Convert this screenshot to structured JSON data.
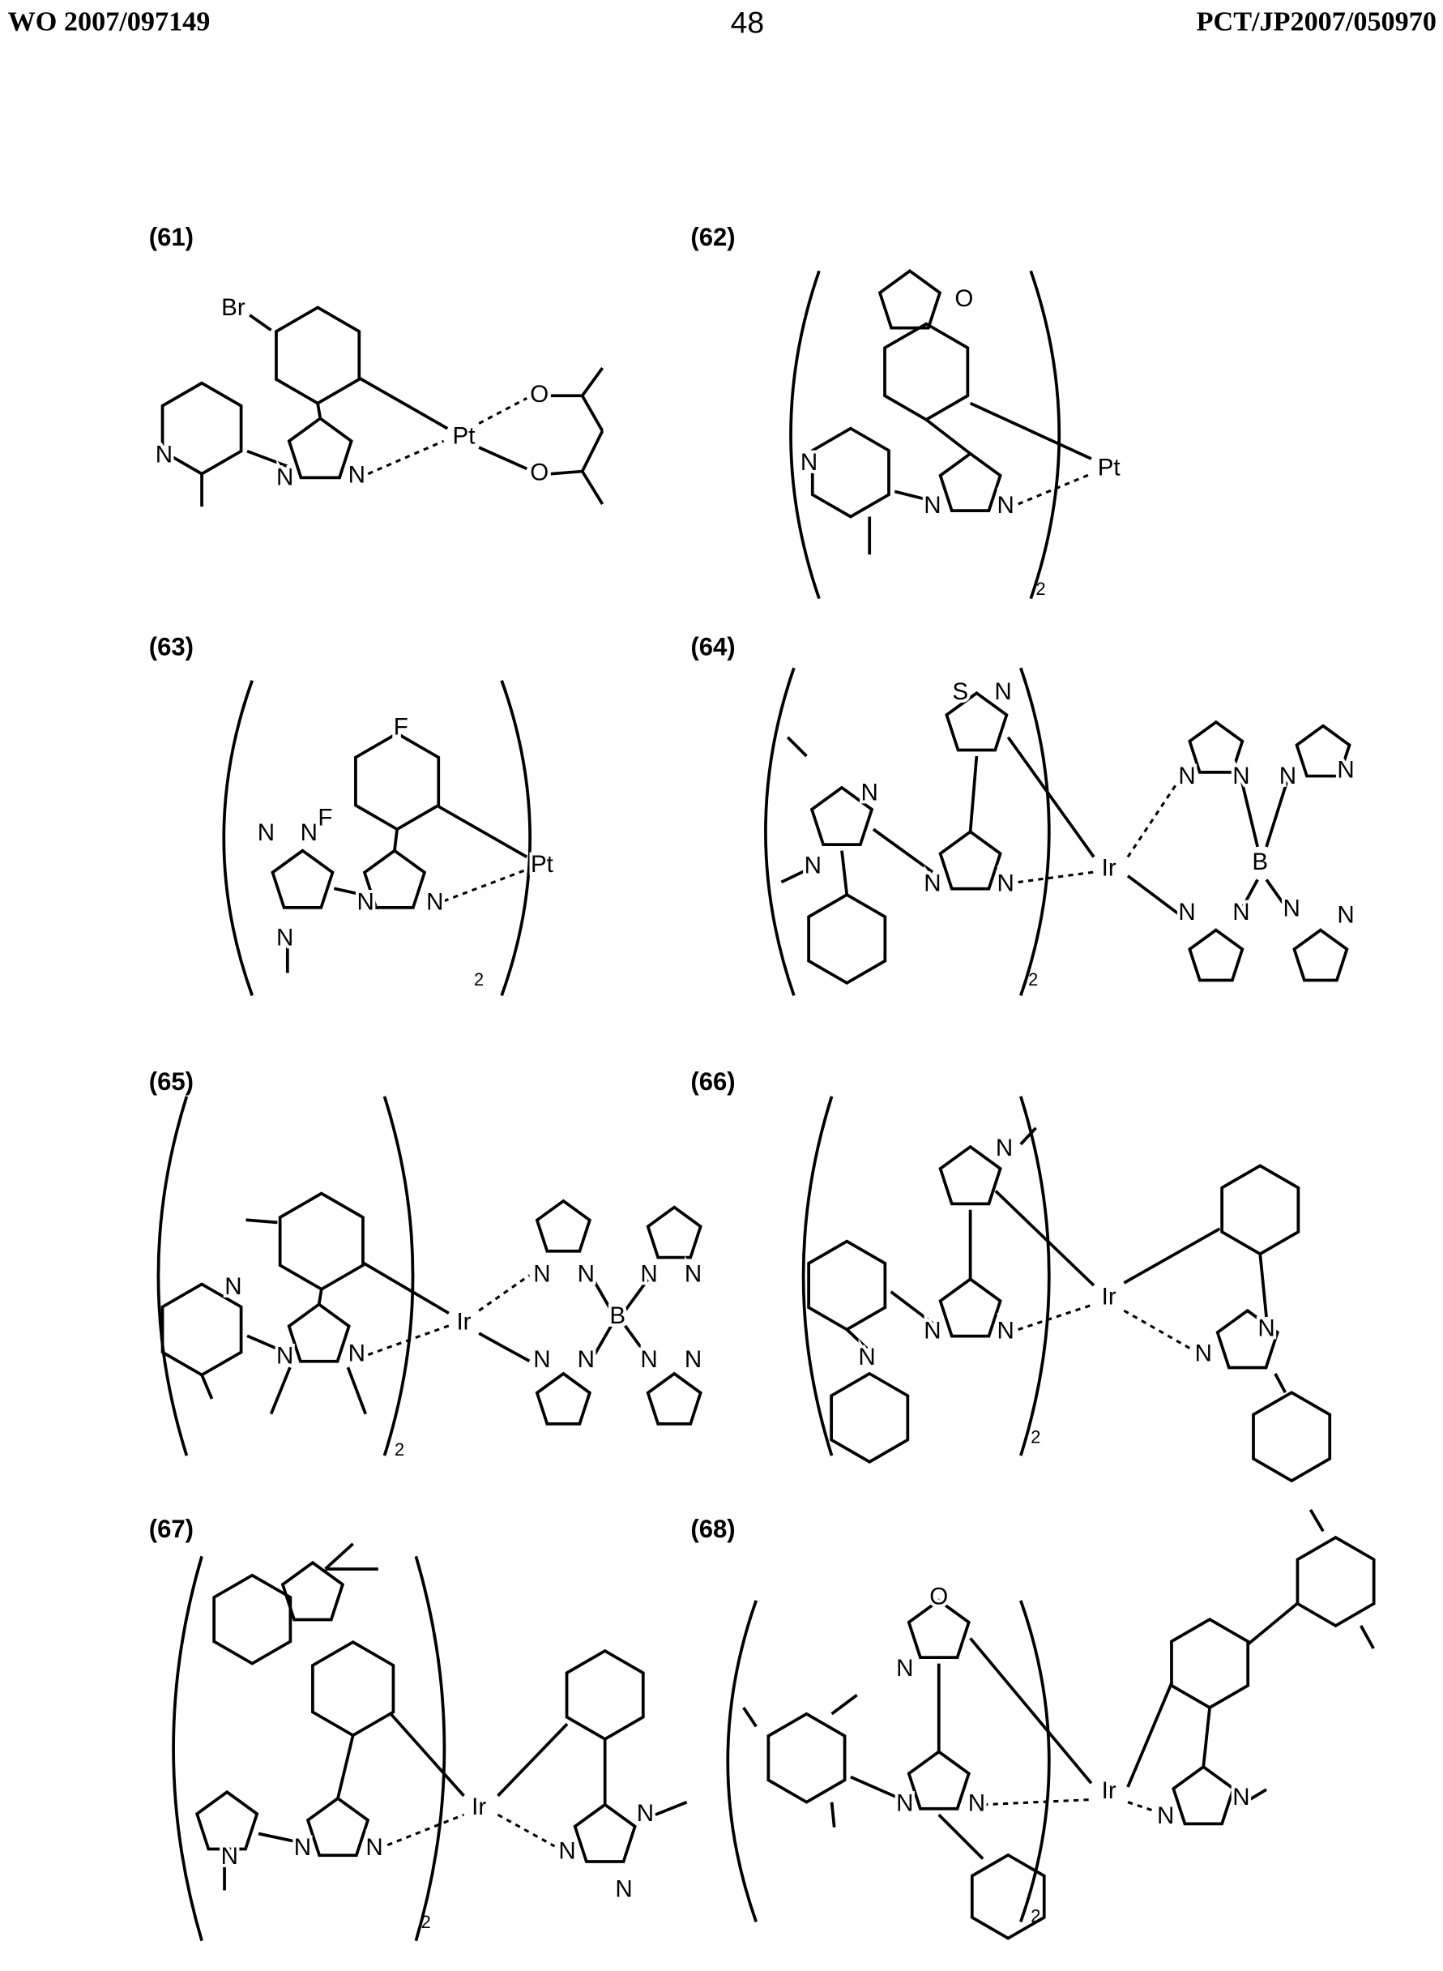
{
  "header": {
    "left": "WO 2007/097149",
    "page": "48",
    "right": "PCT/JP2007/050970"
  },
  "compounds": [
    {
      "label": "(61)",
      "subscript": "",
      "atoms": [
        "Br",
        "N",
        "N",
        "N",
        "Pt",
        "O",
        "O"
      ]
    },
    {
      "label": "(62)",
      "subscript": "2",
      "atoms": [
        "O",
        "N",
        "N",
        "N",
        "Pt"
      ]
    },
    {
      "label": "(63)",
      "subscript": "2",
      "atoms": [
        "F",
        "F",
        "N",
        "N",
        "N",
        "N",
        "N",
        "Pt"
      ]
    },
    {
      "label": "(64)",
      "subscript": "2",
      "atoms": [
        "S",
        "N",
        "N",
        "N",
        "N",
        "N",
        "Ir",
        "N",
        "N",
        "N",
        "N",
        "B",
        "N",
        "N",
        "N",
        "N"
      ]
    },
    {
      "label": "(65)",
      "subscript": "2",
      "atoms": [
        "N",
        "N",
        "N",
        "Ir",
        "N",
        "N",
        "N",
        "N",
        "B",
        "N",
        "N",
        "N",
        "N"
      ]
    },
    {
      "label": "(66)",
      "subscript": "2",
      "atoms": [
        "N",
        "N",
        "N",
        "N",
        "Ir",
        "N",
        "N"
      ]
    },
    {
      "label": "(67)",
      "subscript": "2",
      "atoms": [
        "N",
        "N",
        "N",
        "Ir",
        "N",
        "N",
        "N"
      ]
    },
    {
      "label": "(68)",
      "subscript": "2",
      "atoms": [
        "O",
        "N",
        "N",
        "N",
        "Ir",
        "N",
        "N"
      ]
    }
  ]
}
